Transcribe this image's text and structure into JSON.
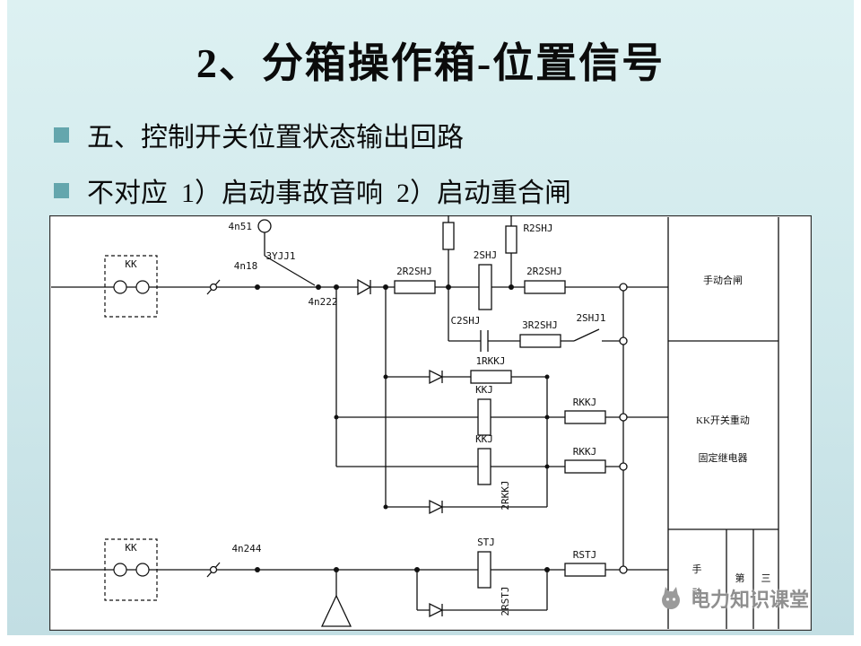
{
  "slide": {
    "title": "2、分箱操作箱-位置信号",
    "bullets": [
      {
        "text": "五、控制开关位置状态输出回路"
      },
      {
        "text": "不对应  1）启动事故音响  2）启动重合闸"
      }
    ]
  },
  "colors": {
    "background": "#cfe8eb",
    "bullet_square": "#64a6ad",
    "line": "#111111"
  },
  "diagram": {
    "labels": {
      "n4n51": "4n51",
      "r2shj_top": "R2SHJ",
      "kk_top": "KK",
      "yjj1": "3YJJ1",
      "n4n18": "4n18",
      "n4n222": "4n222",
      "r2r2shj_a": "2R2SHJ",
      "shj2": "2SHJ",
      "r2r2shj_b": "2R2SHJ",
      "c2shj": "C2SHJ",
      "r3r2shj": "3R2SHJ",
      "shj1_2": "2SHJ1",
      "r1rkkj": "1RKKJ",
      "kkj_a": "KKJ",
      "rkkj_a": "RKKJ",
      "kkj_b": "KKJ",
      "rkkj_b": "RKKJ",
      "r2rkkj": "2RKKJ",
      "kk_bottom": "KK",
      "n4n244": "4n244",
      "stj": "STJ",
      "rstj": "RSTJ",
      "r2rstj": "2RSTJ"
    },
    "panel": {
      "box1": "手动合闸",
      "box2_line1": "KK开关重动",
      "box2_line2": "固定继电器",
      "box3_left_top": "手",
      "box3_left_bottom": "动",
      "box3_mid": "第",
      "box3_right": "三"
    }
  },
  "watermark": {
    "text": "电力知识课堂"
  }
}
